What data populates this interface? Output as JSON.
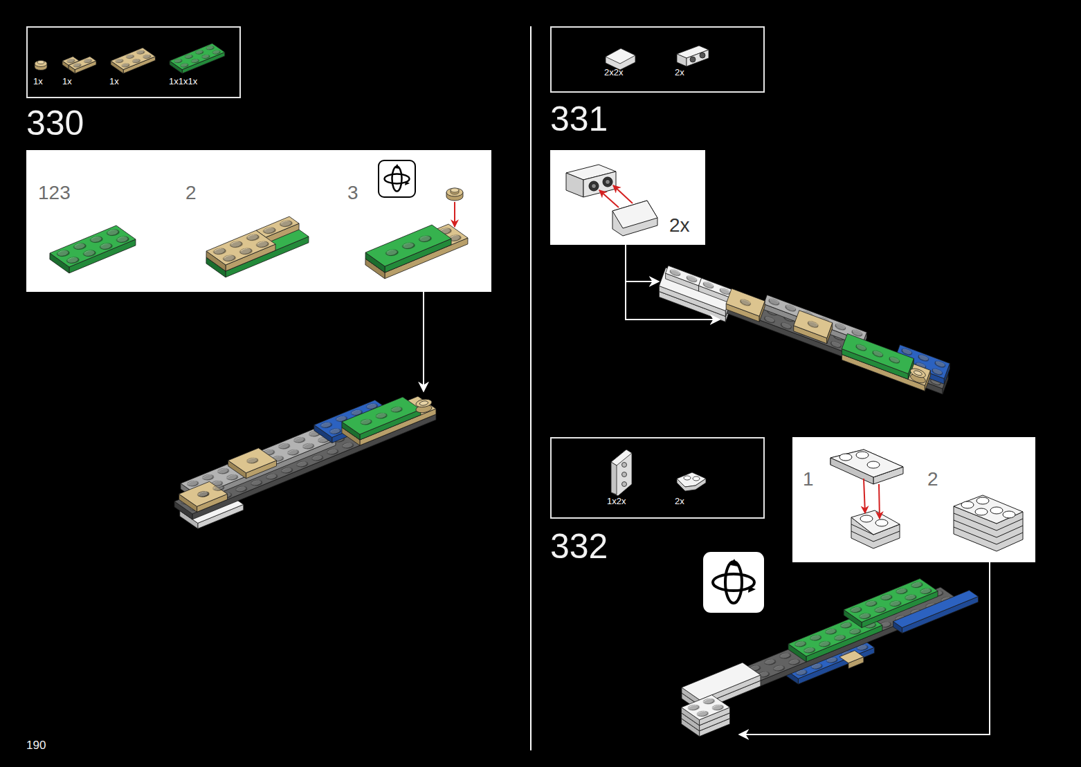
{
  "diagram": {
    "nodes": [
      {
        "text": [
          "1x",
          "1x",
          "1x",
          "1x1x1x"
        ]
      },
      {
        "text": [
          "123",
          "2",
          "3"
        ]
      },
      {
        "text": [
          "2x2x",
          "2x"
        ]
      },
      {
        "text": [
          "2x"
        ]
      },
      {
        "text": [
          "1x2x",
          "2x"
        ]
      },
      {
        "text": [
          "1",
          "2"
        ]
      }
    ],
    "labels": [
      "330",
      "331",
      "332",
      "190"
    ]
  }
}
